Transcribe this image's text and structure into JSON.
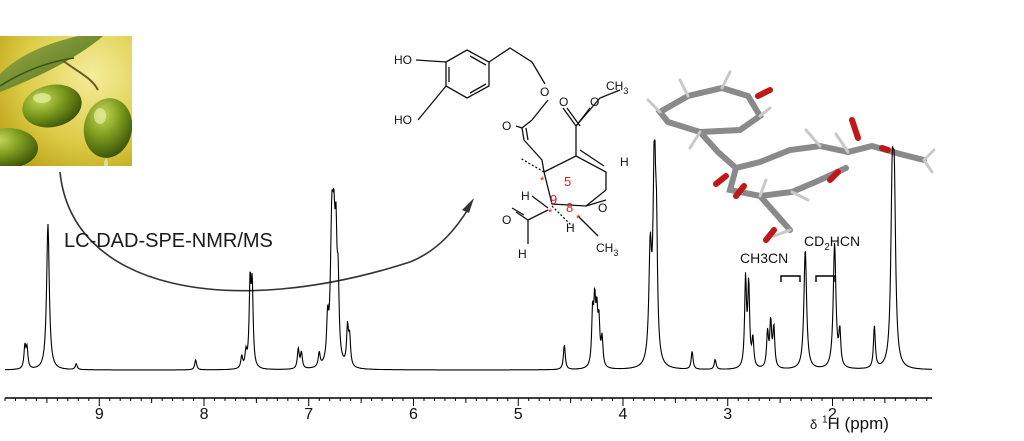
{
  "method": {
    "label": "LC-DAD-SPE-NMR/MS"
  },
  "solvents": {
    "ch3cn": "CH3CN",
    "cd2hcn_main": "CD",
    "cd2hcn_sub": "2",
    "cd2hcn_tail": "HCN"
  },
  "axis": {
    "title_prefix": "δ",
    "title_nucleus_sup": "1",
    "title_rest": "H (ppm)",
    "ticks": [
      {
        "ppm": 9,
        "label": "9"
      },
      {
        "ppm": 8,
        "label": "8"
      },
      {
        "ppm": 7,
        "label": "7"
      },
      {
        "ppm": 6,
        "label": "6"
      },
      {
        "ppm": 5,
        "label": "5"
      },
      {
        "ppm": 4,
        "label": "4"
      },
      {
        "ppm": 3,
        "label": "3"
      },
      {
        "ppm": 2,
        "label": "2"
      }
    ],
    "range_ppm": [
      9.9,
      1.05
    ],
    "reversed": true
  },
  "molecule": {
    "ho_top": "HO",
    "ho_bottom": "HO",
    "ch3_top": "CH",
    "ch3_top_sub": "3",
    "ch3_bottom": "CH",
    "ch3_bottom_sub": "3",
    "ring_o": "O",
    "ester_o1": "O",
    "ester_o2": "O",
    "ester_o3": "O",
    "ester_o4": "O",
    "aldehyde_o": "O",
    "h_vinyl": "H",
    "h_left": "H",
    "h_c8": "H",
    "h_aldehyde": "H",
    "num_5": "5",
    "num_9": "9",
    "num_8": "8",
    "star": "*",
    "accent_color": "#d62020"
  },
  "chart_data": {
    "type": "line",
    "xlabel": "δ 1H (ppm)",
    "x_reversed": true,
    "peaks": [
      {
        "ppm": 9.71,
        "h": 22
      },
      {
        "ppm": 9.69,
        "h": 20
      },
      {
        "ppm": 9.49,
        "h": 146
      },
      {
        "ppm": 9.22,
        "h": 6
      },
      {
        "ppm": 8.08,
        "h": 10
      },
      {
        "ppm": 7.64,
        "h": 12
      },
      {
        "ppm": 7.6,
        "h": 15
      },
      {
        "ppm": 7.56,
        "h": 82
      },
      {
        "ppm": 7.54,
        "h": 78
      },
      {
        "ppm": 7.1,
        "h": 20
      },
      {
        "ppm": 7.07,
        "h": 16
      },
      {
        "ppm": 6.9,
        "h": 14
      },
      {
        "ppm": 6.82,
        "h": 40
      },
      {
        "ppm": 6.78,
        "h": 125
      },
      {
        "ppm": 6.76,
        "h": 108
      },
      {
        "ppm": 6.74,
        "h": 96
      },
      {
        "ppm": 6.72,
        "h": 72
      },
      {
        "ppm": 6.63,
        "h": 38
      },
      {
        "ppm": 6.61,
        "h": 28
      },
      {
        "ppm": 4.56,
        "h": 25
      },
      {
        "ppm": 4.29,
        "h": 52
      },
      {
        "ppm": 4.27,
        "h": 58
      },
      {
        "ppm": 4.25,
        "h": 48
      },
      {
        "ppm": 4.23,
        "h": 42
      },
      {
        "ppm": 4.2,
        "h": 28
      },
      {
        "ppm": 3.74,
        "h": 108
      },
      {
        "ppm": 3.7,
        "h": 210
      },
      {
        "ppm": 3.68,
        "h": 95
      },
      {
        "ppm": 3.34,
        "h": 18
      },
      {
        "ppm": 3.12,
        "h": 10
      },
      {
        "ppm": 2.83,
        "h": 88
      },
      {
        "ppm": 2.8,
        "h": 82
      },
      {
        "ppm": 2.76,
        "h": 28
      },
      {
        "ppm": 2.62,
        "h": 35
      },
      {
        "ppm": 2.59,
        "h": 45
      },
      {
        "ppm": 2.56,
        "h": 40
      },
      {
        "ppm": 2.26,
        "h": 120
      },
      {
        "ppm": 1.98,
        "h": 125
      },
      {
        "ppm": 1.93,
        "h": 34
      },
      {
        "ppm": 1.6,
        "h": 42
      },
      {
        "ppm": 1.43,
        "h": 160
      },
      {
        "ppm": 1.41,
        "h": 155
      }
    ]
  }
}
